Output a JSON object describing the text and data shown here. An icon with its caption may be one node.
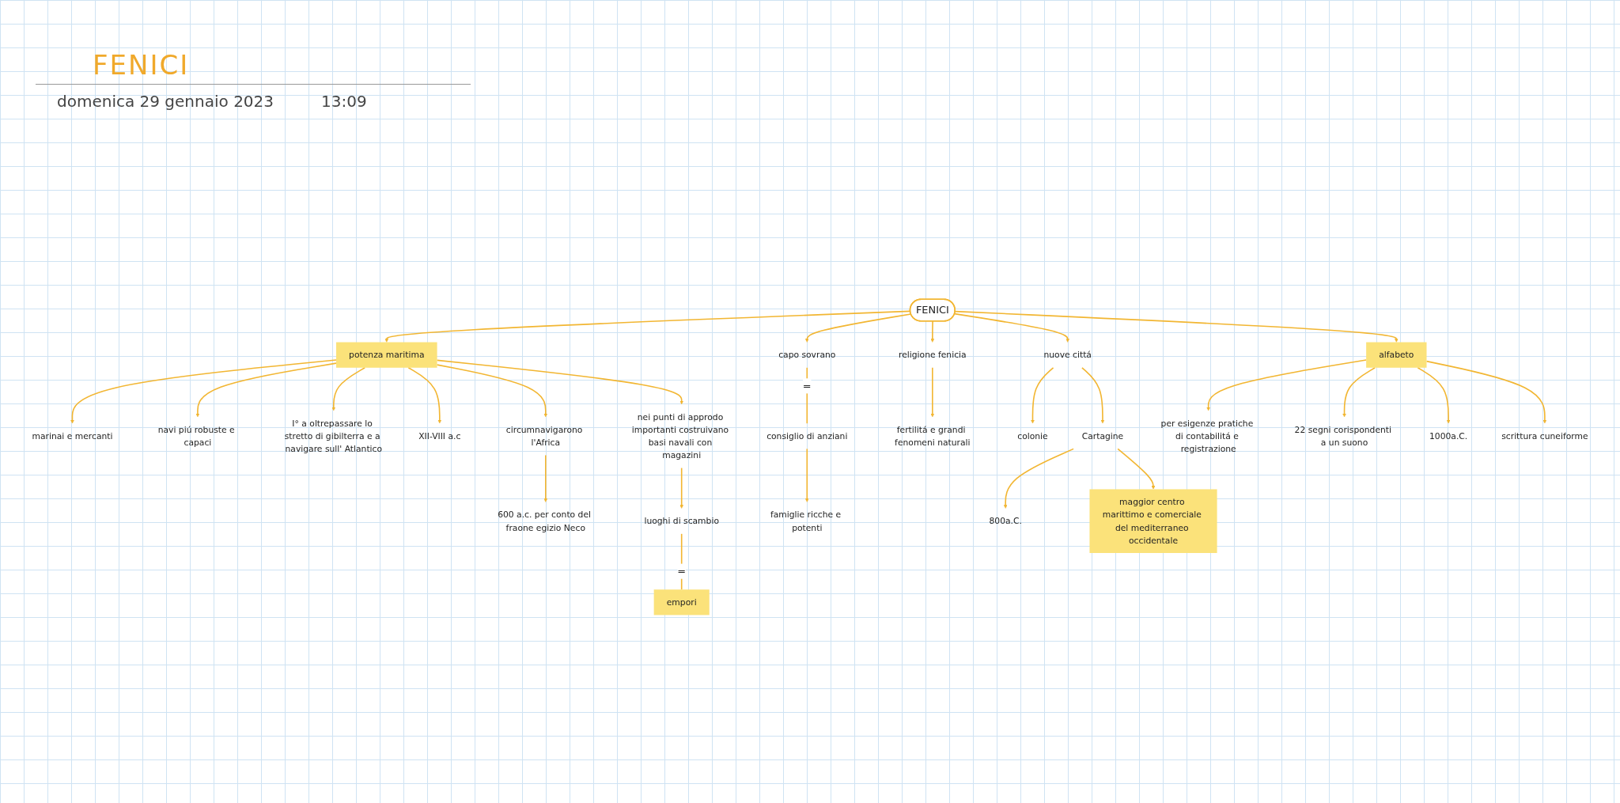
{
  "diagram": {
    "title": "FENICI",
    "nodes": [
      {
        "text": [
          "FENICI"
        ]
      },
      {
        "text": [
          "potenza maritima"
        ]
      },
      {
        "text": [
          "marinai e mercanti"
        ]
      },
      {
        "text": [
          "navi piú robuste e capaci"
        ]
      },
      {
        "text": [
          "I° a oltrepassare lo stretto di gibilterra e a navigare sull' Atlantico"
        ]
      },
      {
        "text": [
          "XII-VIII a.c"
        ]
      },
      {
        "text": [
          "circumnavigarono l'Africa"
        ]
      },
      {
        "text": [
          "600 a.c. per conto del fraone egizio Neco"
        ]
      },
      {
        "text": [
          "nei punti di approdo importanti costruivano basi navali con magazini"
        ]
      },
      {
        "text": [
          "luoghi di scambio"
        ]
      },
      {
        "text": [
          "empori"
        ]
      },
      {
        "text": [
          "capo sovrano"
        ]
      },
      {
        "text": [
          "consiglio di anziani"
        ]
      },
      {
        "text": [
          "famiglie ricche e potenti"
        ]
      },
      {
        "text": [
          "religione fenicia"
        ]
      },
      {
        "text": [
          "fertilitá e grandi fenomeni naturali"
        ]
      },
      {
        "text": [
          "nuove cittá"
        ]
      },
      {
        "text": [
          "colonie"
        ]
      },
      {
        "text": [
          "Cartagine"
        ]
      },
      {
        "text": [
          "800a.C."
        ]
      },
      {
        "text": [
          "maggior centro marittimo e comerciale del mediterraneo occidentale"
        ]
      },
      {
        "text": [
          "alfabeto"
        ]
      },
      {
        "text": [
          "per esigenze pratiche di contabilitá e registrazione"
        ]
      },
      {
        "text": [
          "22 segni corispondenti a un suono"
        ]
      },
      {
        "text": [
          "1000a.C."
        ]
      },
      {
        "text": [
          "scrittura cuneiforme"
        ]
      }
    ],
    "edges": [
      {
        "from": 0,
        "to": 1,
        "arrow": "to"
      },
      {
        "from": 1,
        "to": 2,
        "arrow": "to"
      },
      {
        "from": 1,
        "to": 3,
        "arrow": "to"
      },
      {
        "from": 1,
        "to": 4,
        "arrow": "to"
      },
      {
        "from": 1,
        "to": 5,
        "arrow": "to"
      },
      {
        "from": 1,
        "to": 6,
        "arrow": "to"
      },
      {
        "from": 6,
        "to": 7,
        "arrow": "to"
      },
      {
        "from": 1,
        "to": 8,
        "arrow": "to"
      },
      {
        "from": 8,
        "to": 9,
        "arrow": "to"
      },
      {
        "from": 9,
        "to": 10,
        "arrow": "none",
        "label": "="
      },
      {
        "from": 0,
        "to": 11,
        "arrow": "to"
      },
      {
        "from": 11,
        "to": 12,
        "arrow": "none",
        "label": "="
      },
      {
        "from": 12,
        "to": 13,
        "arrow": "to"
      },
      {
        "from": 0,
        "to": 14,
        "arrow": "to"
      },
      {
        "from": 14,
        "to": 15,
        "arrow": "to"
      },
      {
        "from": 0,
        "to": 16,
        "arrow": "to"
      },
      {
        "from": 0,
        "to": 21,
        "arrow": "to"
      },
      {
        "from": 16,
        "to": 17,
        "arrow": "to"
      },
      {
        "from": 16,
        "to": 18,
        "arrow": "to"
      },
      {
        "from": 18,
        "to": 19,
        "arrow": "to"
      },
      {
        "from": 18,
        "to": 20,
        "arrow": "to"
      },
      {
        "from": 21,
        "to": 22,
        "arrow": "to"
      },
      {
        "from": 21,
        "to": 23,
        "arrow": "to"
      },
      {
        "from": 21,
        "to": 24,
        "arrow": "to"
      },
      {
        "from": 21,
        "to": 25,
        "arrow": "to"
      }
    ],
    "labels": [
      "domenica 29 gennaio 2023",
      "13:09"
    ]
  }
}
